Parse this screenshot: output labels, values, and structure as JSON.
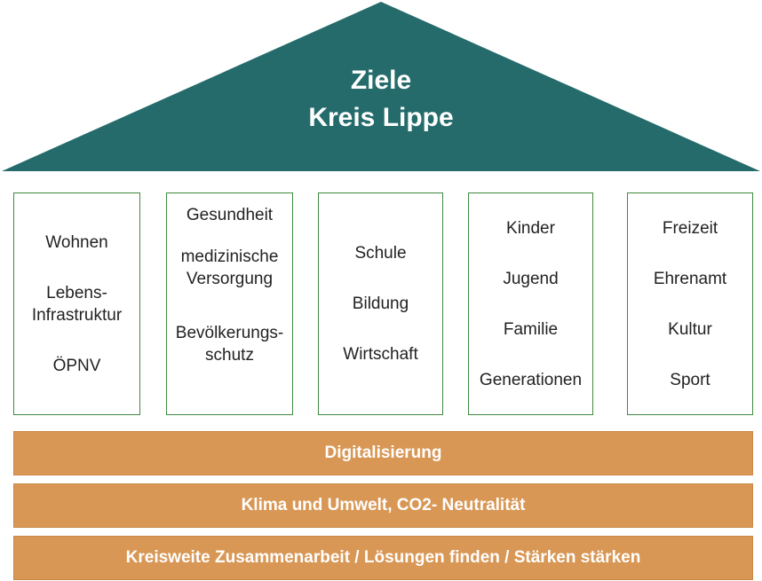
{
  "roof": {
    "title_lines": [
      "Ziele",
      "Kreis Lippe"
    ],
    "color": "#256b6b"
  },
  "pillars": [
    {
      "items": [
        "Wohnen",
        "Lebens-\nInfrastruktur",
        "ÖPNV"
      ]
    },
    {
      "items": [
        "Gesundheit",
        "medizinische\nVersorgung",
        "Bevölkerungs-\nschutz"
      ]
    },
    {
      "items": [
        "Schule",
        "Bildung",
        "Wirtschaft"
      ]
    },
    {
      "items": [
        "Kinder",
        "Jugend",
        "Familie",
        "Generationen"
      ]
    },
    {
      "items": [
        "Freizeit",
        "Ehrenamt",
        "Kultur",
        "Sport"
      ]
    }
  ],
  "foundation": [
    "Digitalisierung",
    "Klima und Umwelt, CO2- Neutralität",
    "Kreisweite Zusammenarbeit / Lösungen finden / Stärken stärken"
  ],
  "colors": {
    "pillar_border": "#3f8a3f",
    "foundation_fill": "#d99755"
  }
}
